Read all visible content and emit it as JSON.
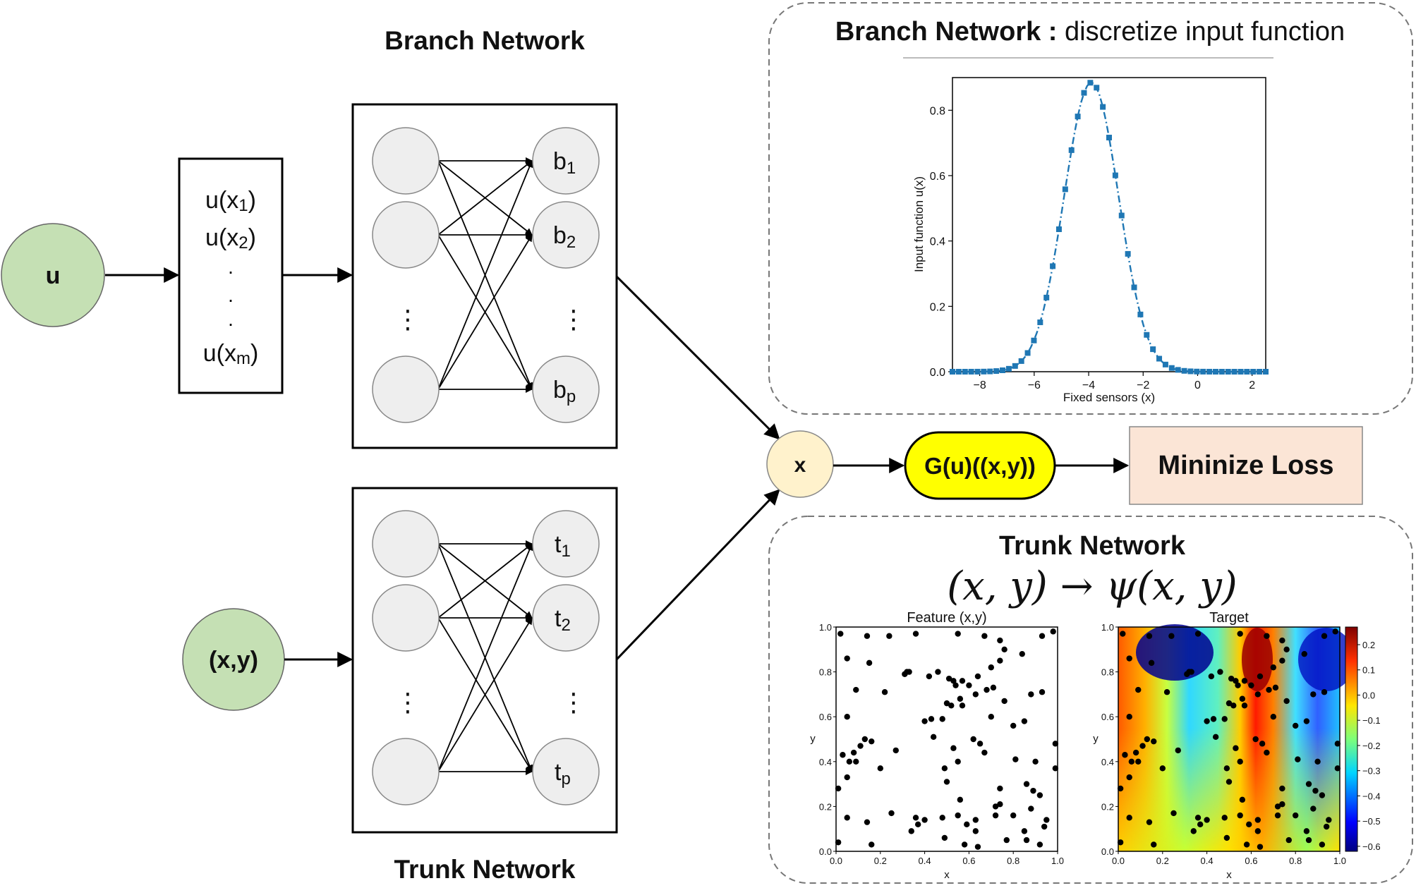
{
  "branch": {
    "title": "Branch Network",
    "input_node": "u",
    "sensor_list": {
      "line1": "u(x",
      "line1_sub": "1",
      "line1_end": ")",
      "line2": "u(x",
      "line2_sub": "2",
      "line2_end": ")",
      "dots": ".",
      "line_m": "u(x",
      "line_m_sub": "m",
      "line_m_end": ")"
    },
    "outputs": [
      {
        "base": "b",
        "sub": "1"
      },
      {
        "base": "b",
        "sub": "2"
      },
      {
        "base": "b",
        "sub": "p"
      }
    ],
    "vdots": "⋮"
  },
  "trunk": {
    "title": "Trunk Network",
    "input_node": "(x,y)",
    "outputs": [
      {
        "base": "t",
        "sub": "1"
      },
      {
        "base": "t",
        "sub": "2"
      },
      {
        "base": "t",
        "sub": "p"
      }
    ],
    "vdots": "⋮"
  },
  "merge": {
    "product_node": "x",
    "operator_output": "G(u)((x,y))",
    "loss_box": "Mininize Loss"
  },
  "branch_panel": {
    "title_bold": "Branch Network :",
    "title_rest": " discretize input function",
    "chart_data": {
      "type": "line",
      "xlabel": "Fixed sensors (x)",
      "ylabel": "Input function u(x)",
      "xlim": [
        -9,
        2.5
      ],
      "ylim": [
        0,
        0.9
      ],
      "xticks": [
        -8,
        -6,
        -4,
        -2,
        0,
        2
      ],
      "xtick_labels": [
        "−8",
        "−6",
        "−4",
        "−2",
        "0",
        "2"
      ],
      "yticks": [
        0.0,
        0.2,
        0.4,
        0.6,
        0.8
      ],
      "ytick_labels": [
        "0.0",
        "0.2",
        "0.4",
        "0.6",
        "0.8"
      ],
      "gaussian": {
        "mean": -3.9,
        "peak": 0.885,
        "sigma": 1.0
      },
      "sensor_count": 101,
      "line_color": "#1f77b4"
    }
  },
  "trunk_panel": {
    "title": "Trunk Network",
    "equation": "(x, y) → ψ(x, y)",
    "feature_plot": {
      "title": "Feature (x,y)",
      "xlabel": "x",
      "ylabel": "y",
      "ticks": [
        "0.0",
        "0.2",
        "0.4",
        "0.6",
        "0.8",
        "1.0"
      ]
    },
    "target_plot": {
      "title": "Target",
      "xlabel": "x",
      "ylabel": "y",
      "ticks": [
        "0.0",
        "0.2",
        "0.4",
        "0.6",
        "0.8",
        "1.0"
      ],
      "colorbar_ticks": [
        "0.2",
        "0.1",
        "0.0",
        "−0.1",
        "−0.2",
        "−0.3",
        "−0.4",
        "−0.5",
        "−0.6"
      ],
      "colorbar_range": [
        -0.62,
        0.27
      ]
    },
    "points": [
      [
        0.02,
        0.97
      ],
      [
        0.14,
        0.96
      ],
      [
        0.24,
        0.96
      ],
      [
        0.36,
        0.97
      ],
      [
        0.55,
        0.97
      ],
      [
        0.67,
        0.96
      ],
      [
        0.93,
        0.96
      ],
      [
        0.98,
        0.98
      ],
      [
        0.74,
        0.94
      ],
      [
        0.76,
        0.9
      ],
      [
        0.05,
        0.86
      ],
      [
        0.15,
        0.84
      ],
      [
        0.32,
        0.8
      ],
      [
        0.31,
        0.79
      ],
      [
        0.33,
        0.8
      ],
      [
        0.42,
        0.78
      ],
      [
        0.46,
        0.8
      ],
      [
        0.51,
        0.77
      ],
      [
        0.53,
        0.76
      ],
      [
        0.57,
        0.76
      ],
      [
        0.64,
        0.78
      ],
      [
        0.7,
        0.82
      ],
      [
        0.74,
        0.85
      ],
      [
        0.84,
        0.88
      ],
      [
        0.54,
        0.74
      ],
      [
        0.6,
        0.74
      ],
      [
        0.68,
        0.72
      ],
      [
        0.71,
        0.73
      ],
      [
        0.88,
        0.7
      ],
      [
        0.93,
        0.71
      ],
      [
        0.56,
        0.68
      ],
      [
        0.63,
        0.7
      ],
      [
        0.09,
        0.72
      ],
      [
        0.22,
        0.71
      ],
      [
        0.5,
        0.66
      ],
      [
        0.52,
        0.65
      ],
      [
        0.57,
        0.65
      ],
      [
        0.76,
        0.67
      ],
      [
        0.05,
        0.6
      ],
      [
        0.4,
        0.58
      ],
      [
        0.43,
        0.59
      ],
      [
        0.48,
        0.59
      ],
      [
        0.7,
        0.6
      ],
      [
        0.8,
        0.56
      ],
      [
        0.85,
        0.58
      ],
      [
        0.44,
        0.51
      ],
      [
        0.16,
        0.49
      ],
      [
        0.13,
        0.5
      ],
      [
        0.11,
        0.47
      ],
      [
        0.08,
        0.44
      ],
      [
        0.62,
        0.5
      ],
      [
        0.65,
        0.48
      ],
      [
        0.53,
        0.46
      ],
      [
        0.27,
        0.45
      ],
      [
        0.03,
        0.43
      ],
      [
        0.06,
        0.4
      ],
      [
        0.09,
        0.4
      ],
      [
        0.99,
        0.48
      ],
      [
        0.67,
        0.44
      ],
      [
        0.55,
        0.4
      ],
      [
        0.81,
        0.41
      ],
      [
        0.9,
        0.4
      ],
      [
        0.99,
        0.37
      ],
      [
        0.05,
        0.33
      ],
      [
        0.2,
        0.37
      ],
      [
        0.49,
        0.37
      ],
      [
        0.5,
        0.31
      ],
      [
        0.86,
        0.3
      ],
      [
        0.01,
        0.28
      ],
      [
        0.74,
        0.28
      ],
      [
        0.89,
        0.27
      ],
      [
        0.92,
        0.25
      ],
      [
        0.56,
        0.23
      ],
      [
        0.72,
        0.2
      ],
      [
        0.74,
        0.21
      ],
      [
        0.88,
        0.19
      ],
      [
        0.05,
        0.15
      ],
      [
        0.25,
        0.17
      ],
      [
        0.36,
        0.15
      ],
      [
        0.4,
        0.14
      ],
      [
        0.37,
        0.12
      ],
      [
        0.48,
        0.15
      ],
      [
        0.55,
        0.16
      ],
      [
        0.59,
        0.12
      ],
      [
        0.63,
        0.14
      ],
      [
        0.72,
        0.16
      ],
      [
        0.8,
        0.16
      ],
      [
        0.95,
        0.14
      ],
      [
        0.94,
        0.11
      ],
      [
        0.14,
        0.13
      ],
      [
        0.34,
        0.09
      ],
      [
        0.63,
        0.09
      ],
      [
        0.85,
        0.09
      ],
      [
        0.49,
        0.06
      ],
      [
        0.77,
        0.05
      ],
      [
        0.86,
        0.05
      ],
      [
        0.01,
        0.04
      ],
      [
        0.16,
        0.03
      ],
      [
        0.64,
        0.02
      ],
      [
        0.92,
        0.03
      ],
      [
        0.58,
        0.03
      ]
    ]
  }
}
